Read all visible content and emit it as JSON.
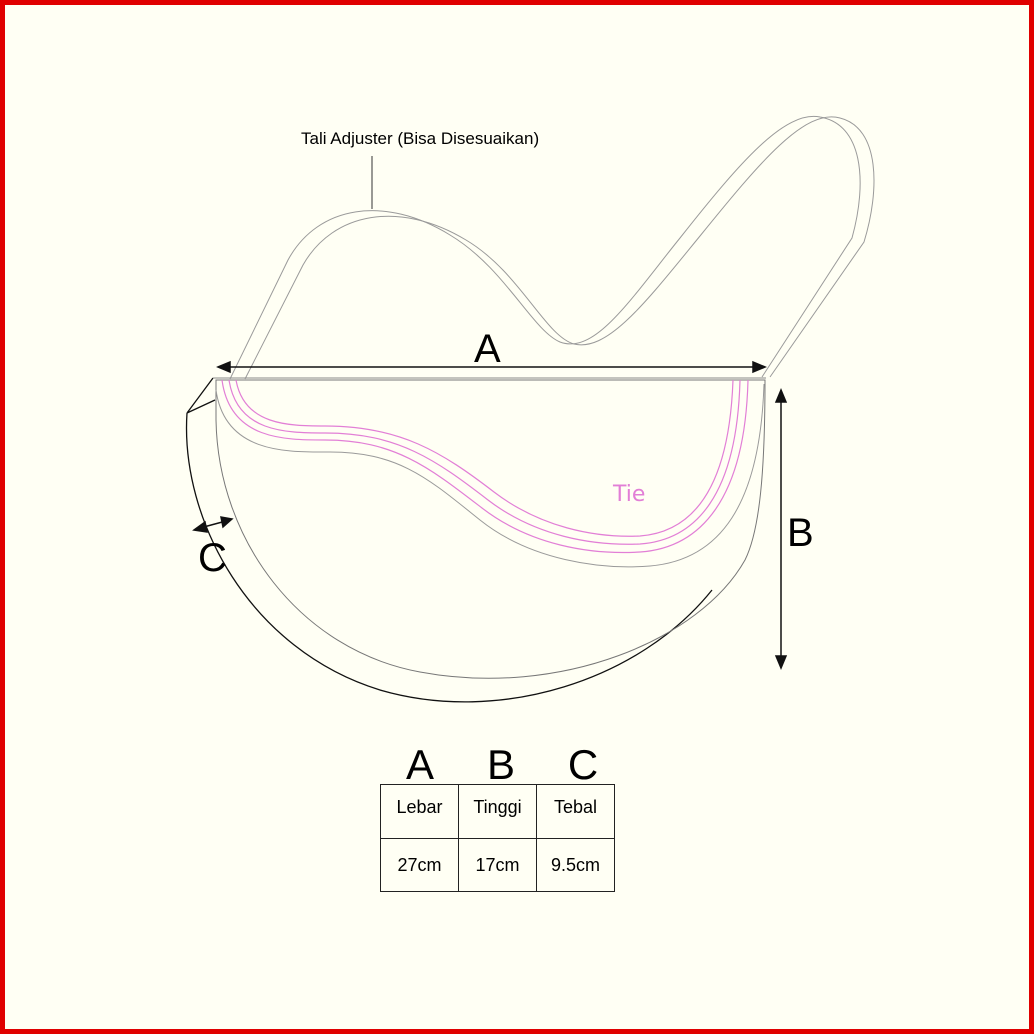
{
  "strap_label": "Tali Adjuster (Bisa Disesuaikan)",
  "dimension_letters": {
    "a": "A",
    "b": "B",
    "c": "C"
  },
  "logo_text": "Tie",
  "colors": {
    "frame": "#e00000",
    "background": "#fffff4",
    "accent": "#e27fd6"
  },
  "table": {
    "letters": [
      "A",
      "B",
      "C"
    ],
    "headers": [
      "Lebar",
      "Tinggi",
      "Tebal"
    ],
    "values": [
      "27cm",
      "17cm",
      "9.5cm"
    ]
  }
}
